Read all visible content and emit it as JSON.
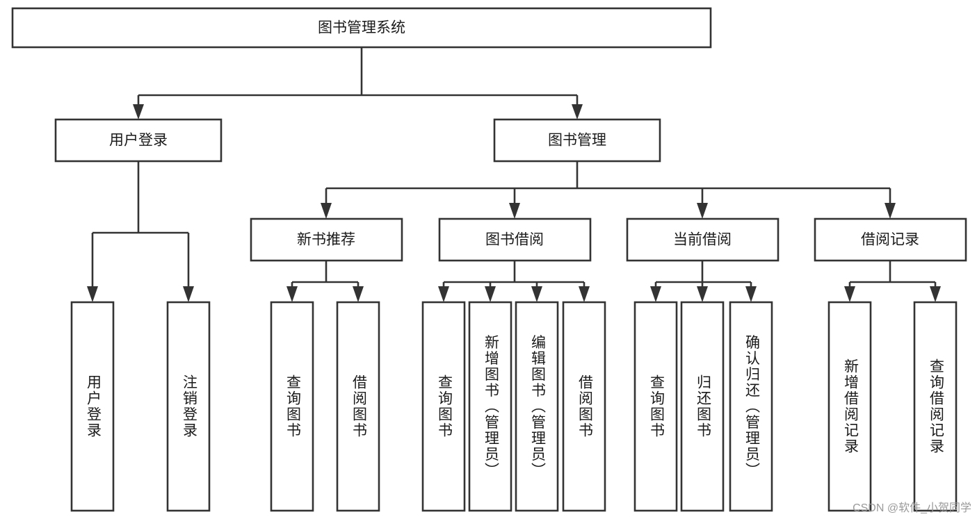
{
  "diagram": {
    "type": "tree",
    "title": "图书管理系统",
    "orientation": "top-down",
    "edge_style": "orthogonal-arrow",
    "colors": {
      "box_fill": "#ffffff",
      "box_stroke": "#333333",
      "text": "#1a1a1a",
      "background": "#ffffff",
      "watermark": "#9a9a9a"
    },
    "nodes": {
      "root": {
        "label": "图书管理系统",
        "level": 1,
        "text_direction": "horizontal"
      },
      "l2": [
        {
          "label": "用户登录",
          "level": 2,
          "text_direction": "horizontal"
        },
        {
          "label": "图书管理",
          "level": 2,
          "text_direction": "horizontal"
        }
      ],
      "l3": [
        {
          "label": "新书推荐",
          "level": 3,
          "text_direction": "horizontal"
        },
        {
          "label": "图书借阅",
          "level": 3,
          "text_direction": "horizontal"
        },
        {
          "label": "当前借阅",
          "level": 3,
          "text_direction": "horizontal"
        },
        {
          "label": "借阅记录",
          "level": 3,
          "text_direction": "horizontal"
        }
      ],
      "leaves_user_login": [
        {
          "label": "用户登录",
          "level": 3,
          "text_direction": "vertical"
        },
        {
          "label": "注销登录",
          "level": 3,
          "text_direction": "vertical"
        }
      ],
      "leaves_new_book": [
        {
          "label": "查询图书",
          "level": 4,
          "text_direction": "vertical"
        },
        {
          "label": "借阅图书",
          "level": 4,
          "text_direction": "vertical"
        }
      ],
      "leaves_borrow": [
        {
          "label": "查询图书",
          "level": 4,
          "text_direction": "vertical"
        },
        {
          "label": "新增图书（管理员）",
          "level": 4,
          "text_direction": "vertical"
        },
        {
          "label": "编辑图书（管理员）",
          "level": 4,
          "text_direction": "vertical"
        },
        {
          "label": "借阅图书",
          "level": 4,
          "text_direction": "vertical"
        }
      ],
      "leaves_current": [
        {
          "label": "查询图书",
          "level": 4,
          "text_direction": "vertical"
        },
        {
          "label": "归还图书",
          "level": 4,
          "text_direction": "vertical"
        },
        {
          "label": "确认归还（管理员）",
          "level": 4,
          "text_direction": "vertical"
        }
      ],
      "leaves_record": [
        {
          "label": "新增借阅记录",
          "level": 4,
          "text_direction": "vertical"
        },
        {
          "label": "查询借阅记录",
          "level": 4,
          "text_direction": "vertical"
        }
      ]
    },
    "edges": [
      {
        "from": "图书管理系统",
        "to": "用户登录"
      },
      {
        "from": "图书管理系统",
        "to": "图书管理"
      },
      {
        "from": "用户登录",
        "to": "用户登录"
      },
      {
        "from": "用户登录",
        "to": "注销登录"
      },
      {
        "from": "图书管理",
        "to": "新书推荐"
      },
      {
        "from": "图书管理",
        "to": "图书借阅"
      },
      {
        "from": "图书管理",
        "to": "当前借阅"
      },
      {
        "from": "图书管理",
        "to": "借阅记录"
      },
      {
        "from": "新书推荐",
        "to": "查询图书"
      },
      {
        "from": "新书推荐",
        "to": "借阅图书"
      },
      {
        "from": "图书借阅",
        "to": "查询图书"
      },
      {
        "from": "图书借阅",
        "to": "新增图书（管理员）"
      },
      {
        "from": "图书借阅",
        "to": "编辑图书（管理员）"
      },
      {
        "from": "图书借阅",
        "to": "借阅图书"
      },
      {
        "from": "当前借阅",
        "to": "查询图书"
      },
      {
        "from": "当前借阅",
        "to": "归还图书"
      },
      {
        "from": "当前借阅",
        "to": "确认归还（管理员）"
      },
      {
        "from": "借阅记录",
        "to": "新增借阅记录"
      },
      {
        "from": "借阅记录",
        "to": "查询借阅记录"
      }
    ]
  },
  "watermark": {
    "text": "CSDN @软件_小贺同学"
  }
}
